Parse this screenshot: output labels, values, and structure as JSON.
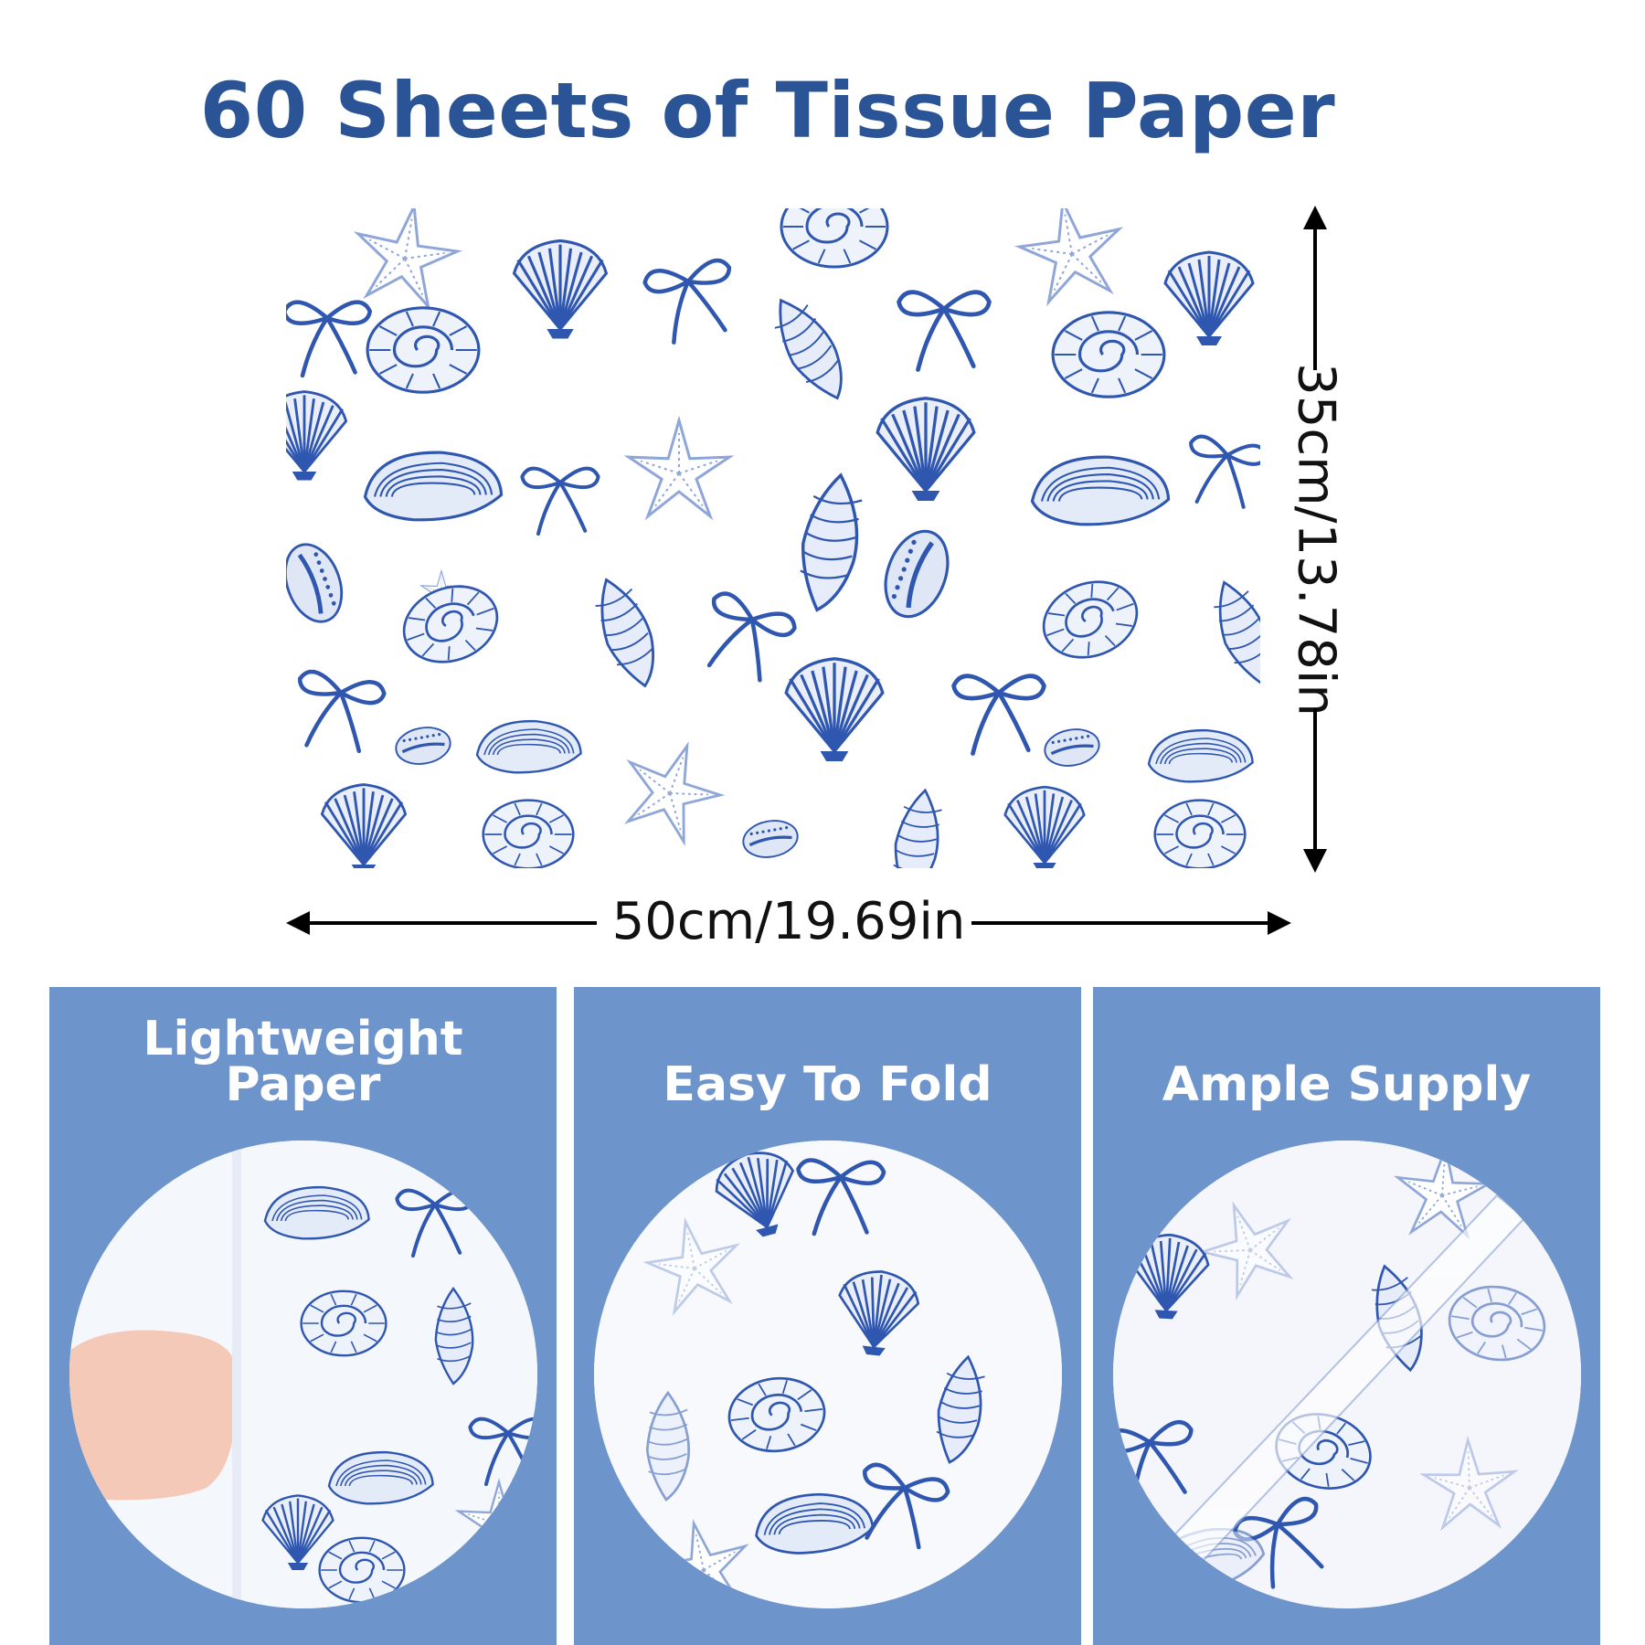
{
  "title": "60 Sheets of Tissue Paper",
  "dimensions": {
    "width_label": "50cm/19.69in",
    "height_label": "35cm/13.78in"
  },
  "features": [
    {
      "label_line1": "Lightweight",
      "label_line2": "Paper"
    },
    {
      "label_line1": "Easy To Fold",
      "label_line2": ""
    },
    {
      "label_line1": "Ample Supply",
      "label_line2": ""
    }
  ],
  "colors": {
    "title": "#2b5497",
    "panel": "#6e94cc",
    "pattern": "#2f57b0",
    "pattern_light": "#8fa6d8"
  }
}
